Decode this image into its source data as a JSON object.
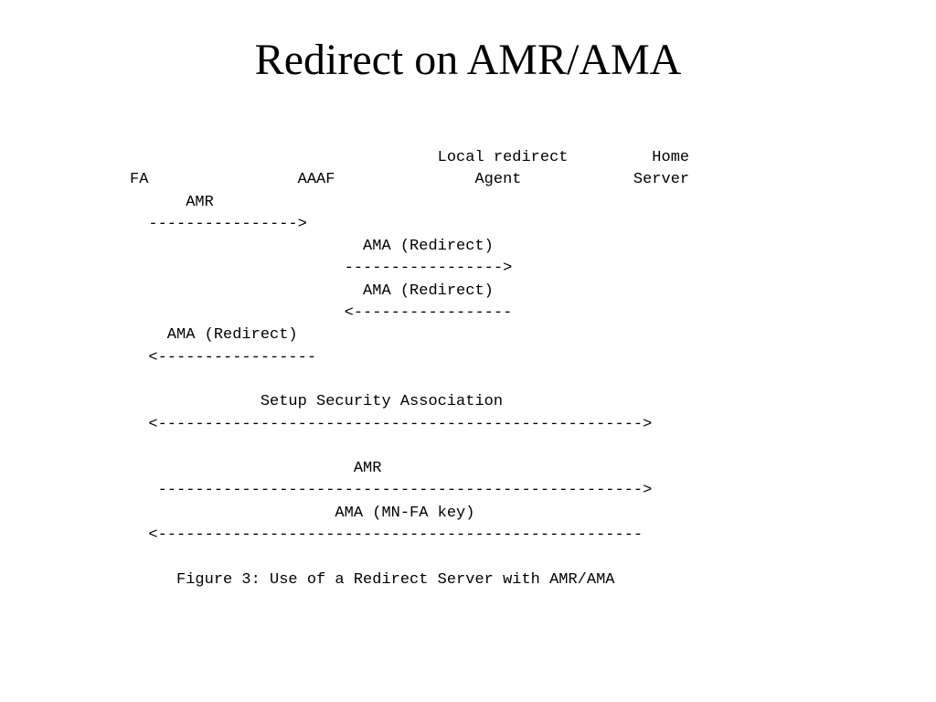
{
  "slide": {
    "title": "Redirect on AMR/AMA"
  },
  "diagram": {
    "lines": [
      "                                 Local redirect         Home",
      "FA                AAAF               Agent            Server",
      "      AMR",
      "  ---------------->",
      "                         AMA (Redirect)",
      "                       ----------------->",
      "                         AMA (Redirect)",
      "                       <-----------------",
      "    AMA (Redirect)",
      "  <-----------------",
      "",
      "              Setup Security Association",
      "  <---------------------------------------------------->",
      "",
      "                        AMR",
      "   ---------------------------------------------------->",
      "                      AMA (MN-FA key)",
      "  <----------------------------------------------------",
      "",
      "     Figure 3: Use of a Redirect Server with AMR/AMA"
    ]
  }
}
